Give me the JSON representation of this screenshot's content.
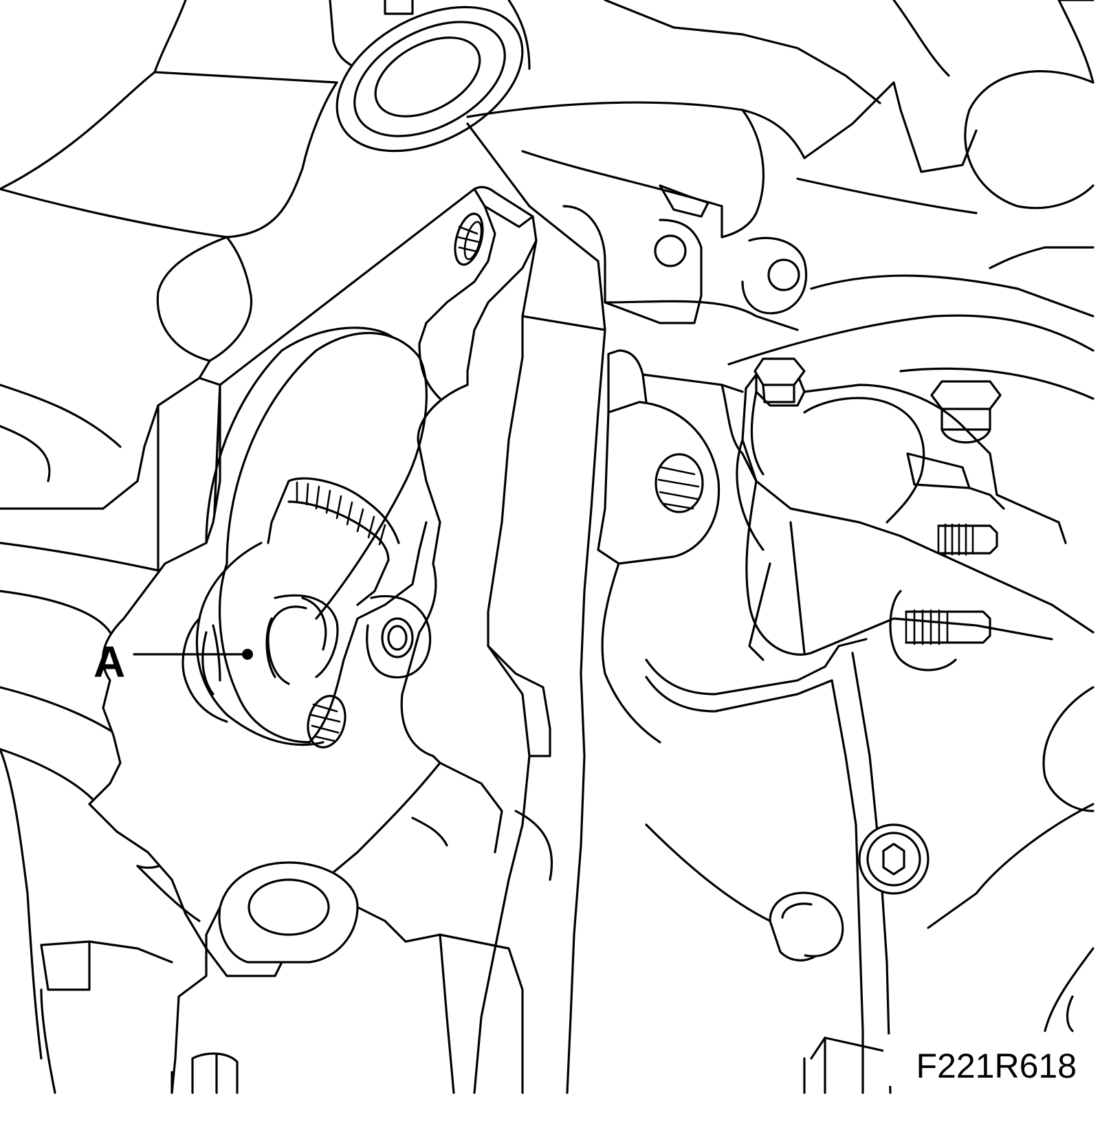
{
  "figure": {
    "callouts": [
      {
        "label": "A",
        "target": "locating-pin"
      }
    ],
    "figure_id": "F221R618",
    "colors": {
      "line": "#000000",
      "background": "#ffffff"
    }
  }
}
